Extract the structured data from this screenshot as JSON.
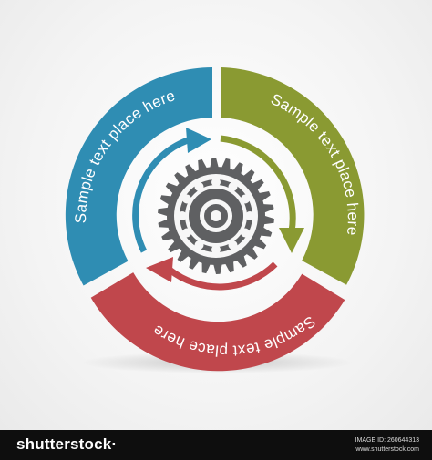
{
  "segments": [
    {
      "id": "blue",
      "label": "Sample text place here",
      "color": "#2f8db3"
    },
    {
      "id": "green",
      "label": "Sample text place here",
      "color": "#8a9a32"
    },
    {
      "id": "red",
      "label": "Sample text place here",
      "color": "#c0474c"
    }
  ],
  "arrows": {
    "blue": "#2f8db3",
    "green": "#8a9a32",
    "red": "#c0474c"
  },
  "gear": {
    "color": "#5f6062",
    "icon": "gear-icon"
  },
  "footer": {
    "brand": "shutterstock",
    "brand_suffix": "·",
    "image_id_line": "IMAGE ID: 260644313",
    "site": "www.shutterstock.com"
  }
}
